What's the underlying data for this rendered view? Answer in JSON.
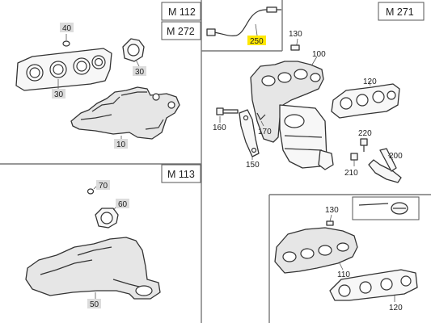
{
  "models": {
    "m112": "M 112",
    "m272": "M 272",
    "m271": "M 271",
    "m113": "M 113"
  },
  "parts": {
    "p10": "10",
    "p30a": "30",
    "p30b": "30",
    "p40": "40",
    "p50": "50",
    "p60": "60",
    "p70": "70",
    "p100": "100",
    "p110": "110",
    "p120a": "120",
    "p120b": "120",
    "p130a": "130",
    "p130b": "130",
    "p150": "150",
    "p160": "160",
    "p170": "170",
    "p200": "200",
    "p210": "210",
    "p220": "220",
    "p250": "250"
  },
  "colors": {
    "label_fill": "#dcdcdc",
    "highlight_fill": "#ffe800"
  }
}
